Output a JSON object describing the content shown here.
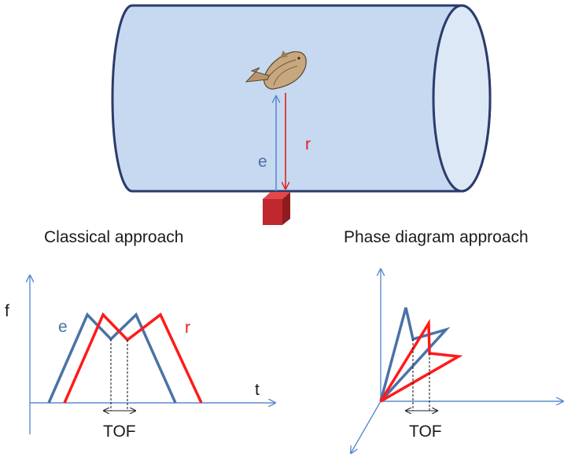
{
  "cylinder": {
    "emitted_label": "e",
    "reflected_label": "r"
  },
  "classical": {
    "title": "Classical approach",
    "y_axis_label": "f",
    "x_axis_label": "t",
    "emitted_label": "e",
    "reflected_label": "r",
    "tof_label": "TOF"
  },
  "phase": {
    "title": "Phase diagram approach",
    "tof_label": "TOF"
  },
  "colors": {
    "emitted": "#4A72A8",
    "reflected": "#FF1A1A",
    "axis": "#5B8BD0",
    "cylinder_fill": "#C6D9F1",
    "cylinder_stroke": "#2B3B6B",
    "transducer": "#C0272D"
  }
}
